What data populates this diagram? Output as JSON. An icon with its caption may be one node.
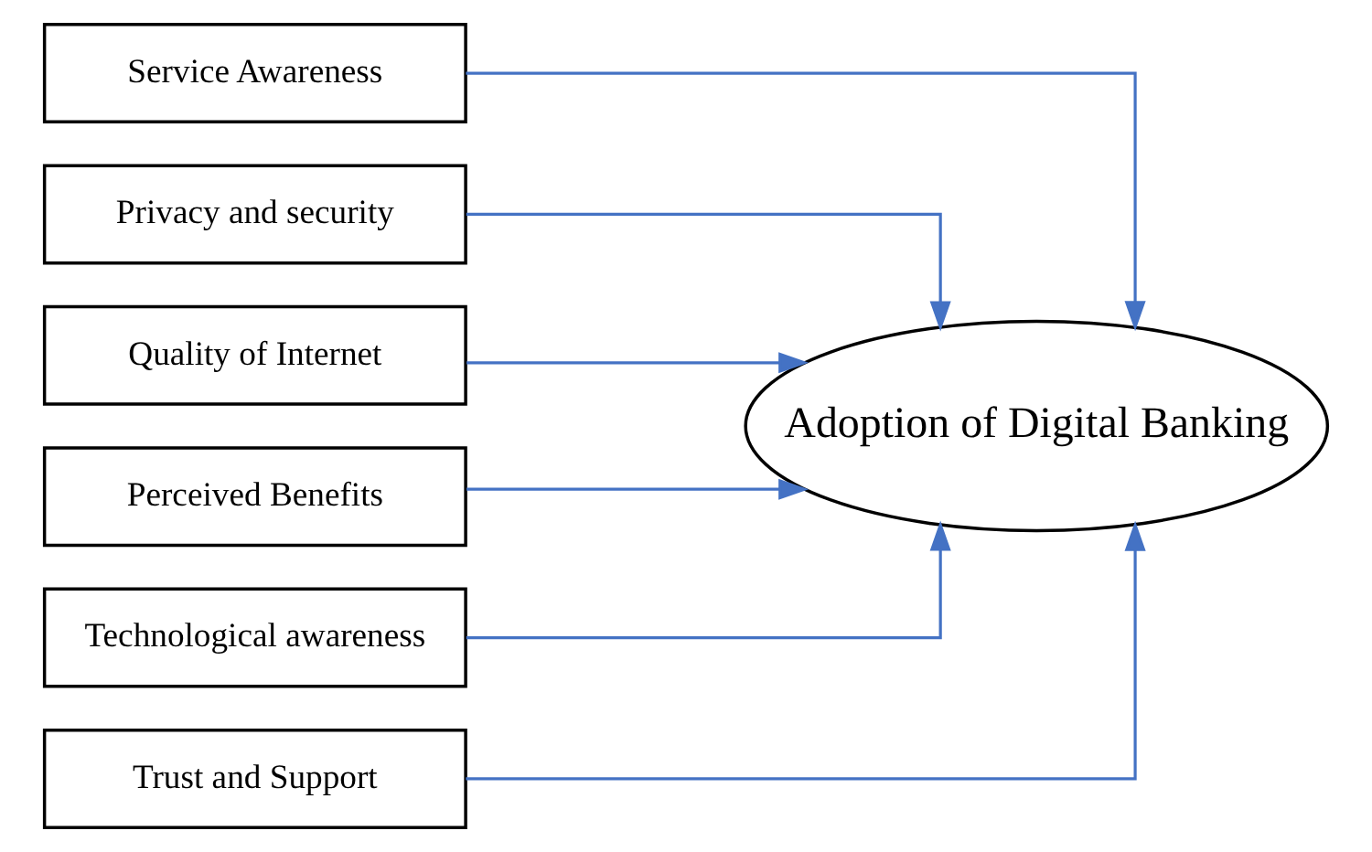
{
  "diagram": {
    "nodes": [
      {
        "text": [
          "Service Awareness"
        ]
      },
      {
        "text": [
          "Privacy and security"
        ]
      },
      {
        "text": [
          "Quality of Internet"
        ]
      },
      {
        "text": [
          "Perceived Benefits"
        ]
      },
      {
        "text": [
          "Technological awareness"
        ]
      },
      {
        "text": [
          "Trust and Support"
        ]
      },
      {
        "text": [
          "Adoption of Digital Banking"
        ]
      }
    ],
    "edges": [
      {
        "from": 0,
        "to": 6,
        "arrow": "to"
      },
      {
        "from": 1,
        "to": 6,
        "arrow": "to"
      },
      {
        "from": 2,
        "to": 6,
        "arrow": "to"
      },
      {
        "from": 3,
        "to": 6,
        "arrow": "to"
      },
      {
        "from": 4,
        "to": 6,
        "arrow": "to"
      },
      {
        "from": 5,
        "to": 6,
        "arrow": "to"
      }
    ]
  }
}
